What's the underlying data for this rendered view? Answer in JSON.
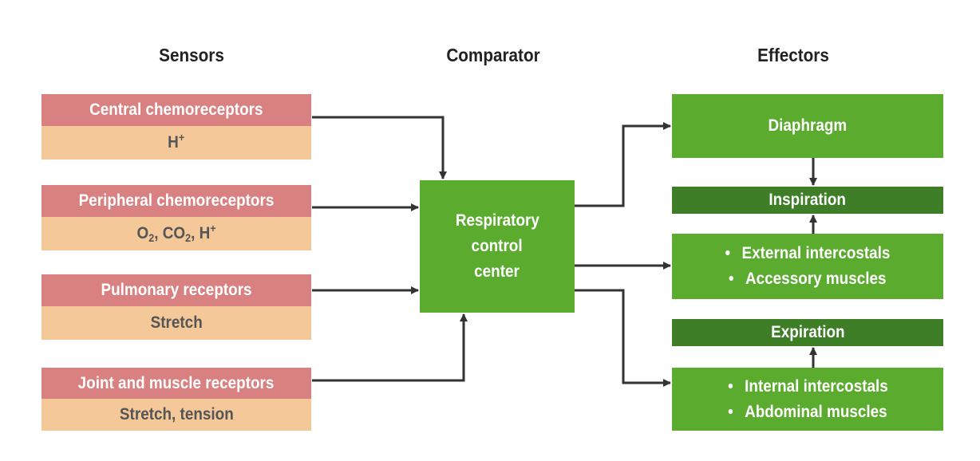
{
  "headers": {
    "sensors": "Sensors",
    "comparator": "Comparator",
    "effectors": "Effectors"
  },
  "sensors": [
    {
      "name": "Central chemoreceptors",
      "stimulus": "H",
      "stimulus_sup": "+"
    },
    {
      "name": "Peripheral chemoreceptors",
      "stimulus_o": "O",
      "stimulus_sub1": "2",
      "stimulus_co": ", CO",
      "stimulus_sub2": "2",
      "stimulus_h": ", H",
      "stimulus_sup": "+"
    },
    {
      "name": "Pulmonary receptors",
      "stimulus": "Stretch"
    },
    {
      "name": "Joint and muscle receptors",
      "stimulus": "Stretch, tension"
    }
  ],
  "comparator": {
    "line1": "Respiratory",
    "line2": "control",
    "line3": "center"
  },
  "effectors": {
    "diaphragm": "Diaphragm",
    "inspiration": "Inspiration",
    "inspiratory_muscles": [
      "External intercostals",
      "Accessory muscles"
    ],
    "expiration": "Expiration",
    "expiratory_muscles": [
      "Internal intercostals",
      "Abdominal muscles"
    ],
    "bullet": "•"
  },
  "colors": {
    "sensor_name": "#d98080",
    "sensor_stimulus": "#f5c89a",
    "green": "#5bab2f",
    "dark_green": "#3d7e26",
    "arrow": "#333333"
  }
}
